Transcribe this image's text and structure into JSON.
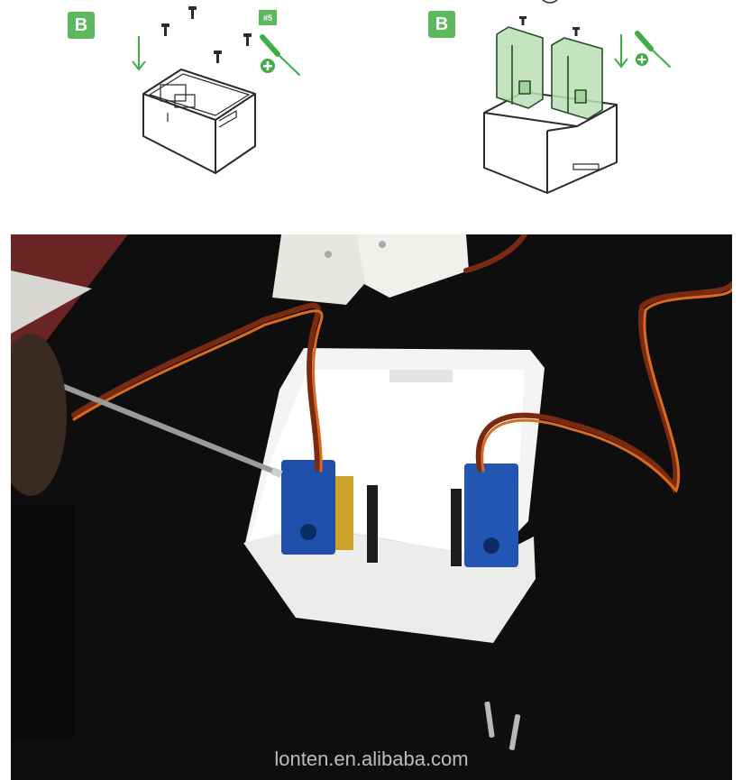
{
  "step_left": {
    "badge": "B",
    "screw_size": "#5"
  },
  "step_right": {
    "badge": "B"
  },
  "photo": {
    "watermark": "lonten.en.alibaba.com"
  },
  "colors": {
    "badge": "#5cb85c",
    "tool": "#3fae49",
    "part_highlight": "#b9dfb3",
    "line_art": "#2a2a2a",
    "photo_bg": "#0e0e0e",
    "servo": "#1f4fa8",
    "wire_brown": "#7a2a10",
    "wire_orange": "#d96a20"
  }
}
